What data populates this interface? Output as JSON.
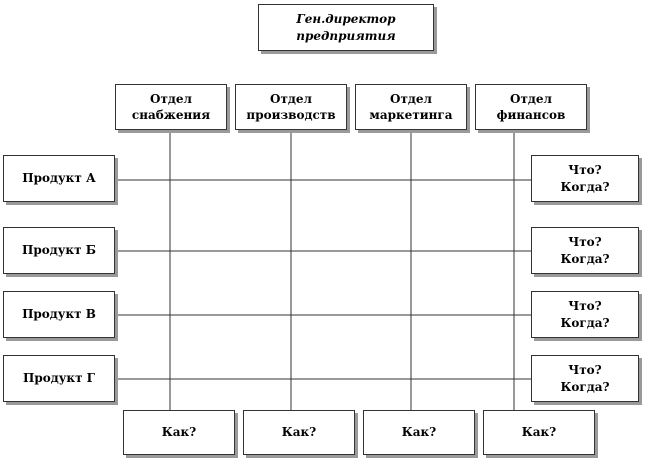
{
  "colors": {
    "line": "#333333",
    "box_border": "#333333",
    "box_shadow": "#9a9a9a",
    "text": "#000000",
    "background": "#ffffff"
  },
  "director": "Ген.директор\nпредприятия",
  "departments": [
    "Отдел\nснабжения",
    "Отдел\nпроизводств",
    "Отдел\nмаркетинга",
    "Отдел\nфинансов"
  ],
  "products": [
    "Продукт А",
    "Продукт Б",
    "Продукт В",
    "Продукт Г"
  ],
  "questions_right": [
    "Что?\nКогда?",
    "Что?\nКогда?",
    "Что?\nКогда?",
    "Что?\nКогда?"
  ],
  "questions_bottom": [
    "Как?",
    "Как?",
    "Как?",
    "Как?"
  ]
}
